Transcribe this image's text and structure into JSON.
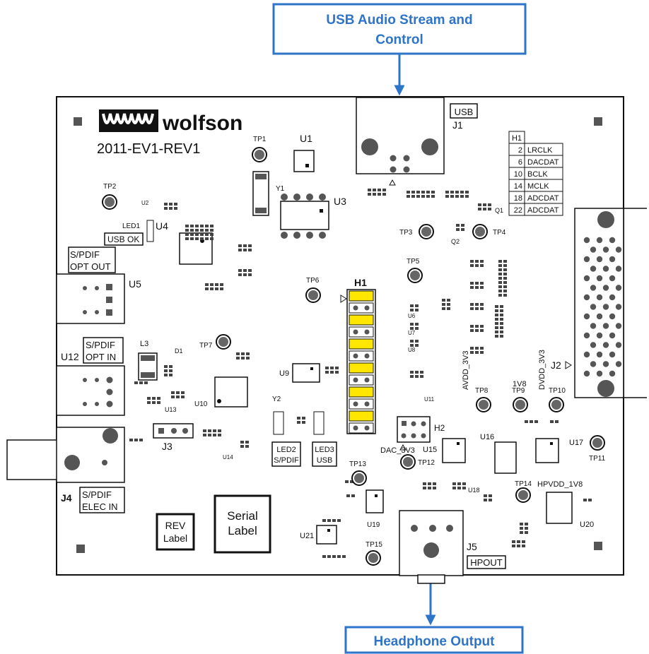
{
  "callouts": {
    "top_line1": "USB Audio Stream and",
    "top_line2": "Control",
    "bottom": "Headphone Output"
  },
  "board": {
    "brand": "wolfson",
    "board_id": "2011-EV1-REV1",
    "connectors": {
      "usb_box": "USB",
      "j1": "J1",
      "j2": "J2",
      "j3": "J3",
      "j4": "J4",
      "j5": "J5",
      "hpout": "HPOUT",
      "h1": "H1",
      "h2": "H2"
    },
    "boxes": {
      "spdif_opt_out_1": "S/PDIF",
      "spdif_opt_out_2": "OPT OUT",
      "spdif_opt_in_1": "S/PDIF",
      "spdif_opt_in_2": "OPT IN",
      "spdif_elec_in_1": "S/PDIF",
      "spdif_elec_in_2": "ELEC IN",
      "usb_ok": "USB OK",
      "led2_1": "LED2",
      "led2_2": "S/PDIF",
      "led3_1": "LED3",
      "led3_2": "USB",
      "rev_1": "REV",
      "rev_2": "Label",
      "serial_1": "Serial",
      "serial_2": "Label"
    },
    "h1_table": {
      "header": "H1",
      "rows": [
        {
          "pin": "2",
          "signal": "LRCLK"
        },
        {
          "pin": "6",
          "signal": "DACDAT"
        },
        {
          "pin": "10",
          "signal": "BCLK"
        },
        {
          "pin": "14",
          "signal": "MCLK"
        },
        {
          "pin": "18",
          "signal": "ADCDAT"
        },
        {
          "pin": "22",
          "signal": "ADCDAT"
        }
      ]
    },
    "ics": {
      "u1": "U1",
      "u2": "U2",
      "u3": "U3",
      "u4": "U4",
      "u5": "U5",
      "u6": "U6",
      "u7": "U7",
      "u8": "U8",
      "u9": "U9",
      "u10": "U10",
      "u11": "U11",
      "u12": "U12",
      "u13": "U13",
      "u14": "U14",
      "u15": "U15",
      "u16": "U16",
      "u17": "U17",
      "u18": "U18",
      "u19": "U19",
      "u20": "U20",
      "u21": "U21",
      "y1": "Y1",
      "y2": "Y2",
      "l3": "L3",
      "d1": "D1",
      "q1": "Q1",
      "q2": "Q2",
      "led1": "LED1"
    },
    "testpoints": {
      "tp1": "TP1",
      "tp2": "TP2",
      "tp3": "TP3",
      "tp4": "TP4",
      "tp5": "TP5",
      "tp6": "TP6",
      "tp7": "TP7",
      "tp8": "TP8",
      "tp9": "TP9",
      "tp10": "TP10",
      "tp11": "TP11",
      "tp12": "TP12",
      "tp13": "TP13",
      "tp14": "TP14",
      "tp15": "TP15"
    },
    "rails": {
      "avdd": "AVDD_3V3",
      "v1v8": "1V8",
      "dvdd": "DVDD_3V3",
      "dac": "DAC_3V3",
      "hpvdd": "HPVDD_1V8"
    }
  }
}
